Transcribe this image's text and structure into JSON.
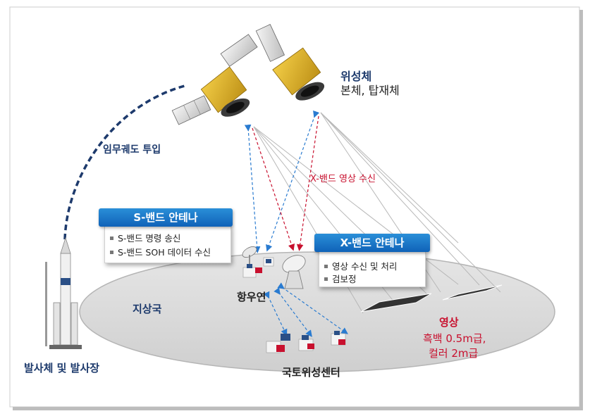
{
  "labels": {
    "satellite_title": "위성체",
    "satellite_sub": "본체, 탑재체",
    "orbit_insertion": "임무궤도 투입",
    "xband_reception": "X-밴드 영상 수신",
    "ground_station": "지상국",
    "kari": "항우연",
    "ngii_center": "국토위성센터",
    "launcher": "발사체 및 발사장",
    "image_title": "영상",
    "image_line1": "흑백 0.5m급,",
    "image_line2": "컬러 2m급"
  },
  "s_band": {
    "title": "S-밴드 안테나",
    "items": [
      "S-밴드 명령 송신",
      "S-밴드 SOH 데이터 수신"
    ]
  },
  "x_band": {
    "title": "X-밴드 안테나",
    "items": [
      "영상 수신 및 처리",
      "검보정"
    ]
  },
  "colors": {
    "navy": "#1d3a6c",
    "red": "#c8102e",
    "blue_link": "#2a7bd0",
    "red_link": "#c8102e",
    "ground": "#d9d9d9"
  }
}
